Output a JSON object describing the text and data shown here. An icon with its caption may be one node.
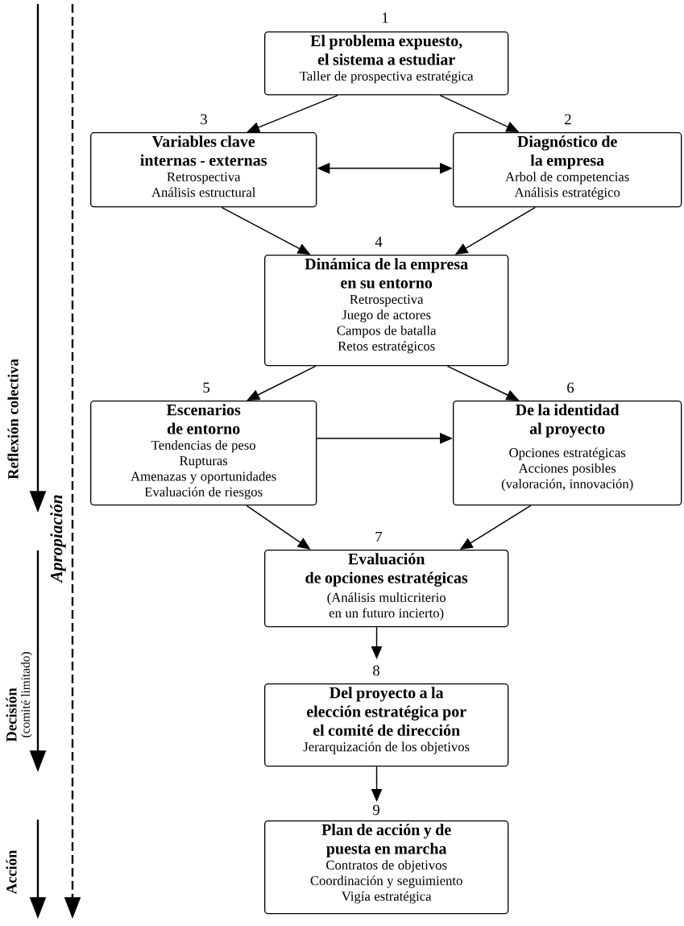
{
  "diagram": {
    "nodes": [
      {
        "text": [
          "El problema expuesto, el sistema a estudiar",
          "Taller de prospectiva estratégica"
        ],
        "beside": [
          "1"
        ]
      },
      {
        "text": [
          "Variables clave internas - externas",
          "Retrospectiva",
          "Análisis estructural"
        ],
        "beside": [
          "3"
        ]
      },
      {
        "text": [
          "Diagnóstico de la empresa",
          "Arbol de competencias",
          "Análisis estratégico"
        ],
        "beside": [
          "2"
        ]
      },
      {
        "text": [
          "Dinámica de la empresa en su entorno",
          "Retrospectiva",
          "Juego de actores",
          "Campos de batalla",
          "Retos estratégicos"
        ],
        "beside": [
          "4"
        ]
      },
      {
        "text": [
          "Escenarios de entorno",
          "Tendencias de peso",
          "Rupturas",
          "Amenazas y oportunidades",
          "Evaluación de riesgos"
        ],
        "beside": [
          "5"
        ]
      },
      {
        "text": [
          "De la identidad al proyecto",
          "Opciones estratégicas",
          "Acciones posibles",
          "(valoración, innovación)"
        ],
        "beside": [
          "6"
        ]
      },
      {
        "text": [
          "Evaluación de opciones estratégicas",
          "(Análisis multicriterio en un futuro incierto)"
        ],
        "beside": [
          "7"
        ]
      },
      {
        "text": [
          "Del proyecto a la elección estratégica por el comité de dirección",
          "Jerarquización de los objetivos"
        ],
        "beside": [
          "8"
        ]
      },
      {
        "text": [
          "Plan de acción y de puesta en marcha",
          "Contratos de objetivos",
          "Coordinación y seguimiento",
          "Vigía estratégica"
        ],
        "beside": [
          "9"
        ]
      }
    ],
    "edges": [
      {
        "from": 0,
        "to": 1,
        "arrow": "to"
      },
      {
        "from": 0,
        "to": 2,
        "arrow": "to"
      },
      {
        "from": 1,
        "to": 2,
        "arrow": "both"
      },
      {
        "from": 1,
        "to": 3,
        "arrow": "to"
      },
      {
        "from": 2,
        "to": 3,
        "arrow": "to"
      },
      {
        "from": 3,
        "to": 4,
        "arrow": "to"
      },
      {
        "from": 3,
        "to": 5,
        "arrow": "to"
      },
      {
        "from": 4,
        "to": 5,
        "arrow": "to"
      },
      {
        "from": 4,
        "to": 6,
        "arrow": "to"
      },
      {
        "from": 5,
        "to": 6,
        "arrow": "to"
      },
      {
        "from": 6,
        "to": 7,
        "arrow": "to"
      },
      {
        "from": 7,
        "to": 8,
        "arrow": "to"
      }
    ],
    "labels": [
      "Reflexión colectiva",
      "Apropiación",
      "Decisión",
      "(comité limitado)",
      "Acción"
    ]
  }
}
